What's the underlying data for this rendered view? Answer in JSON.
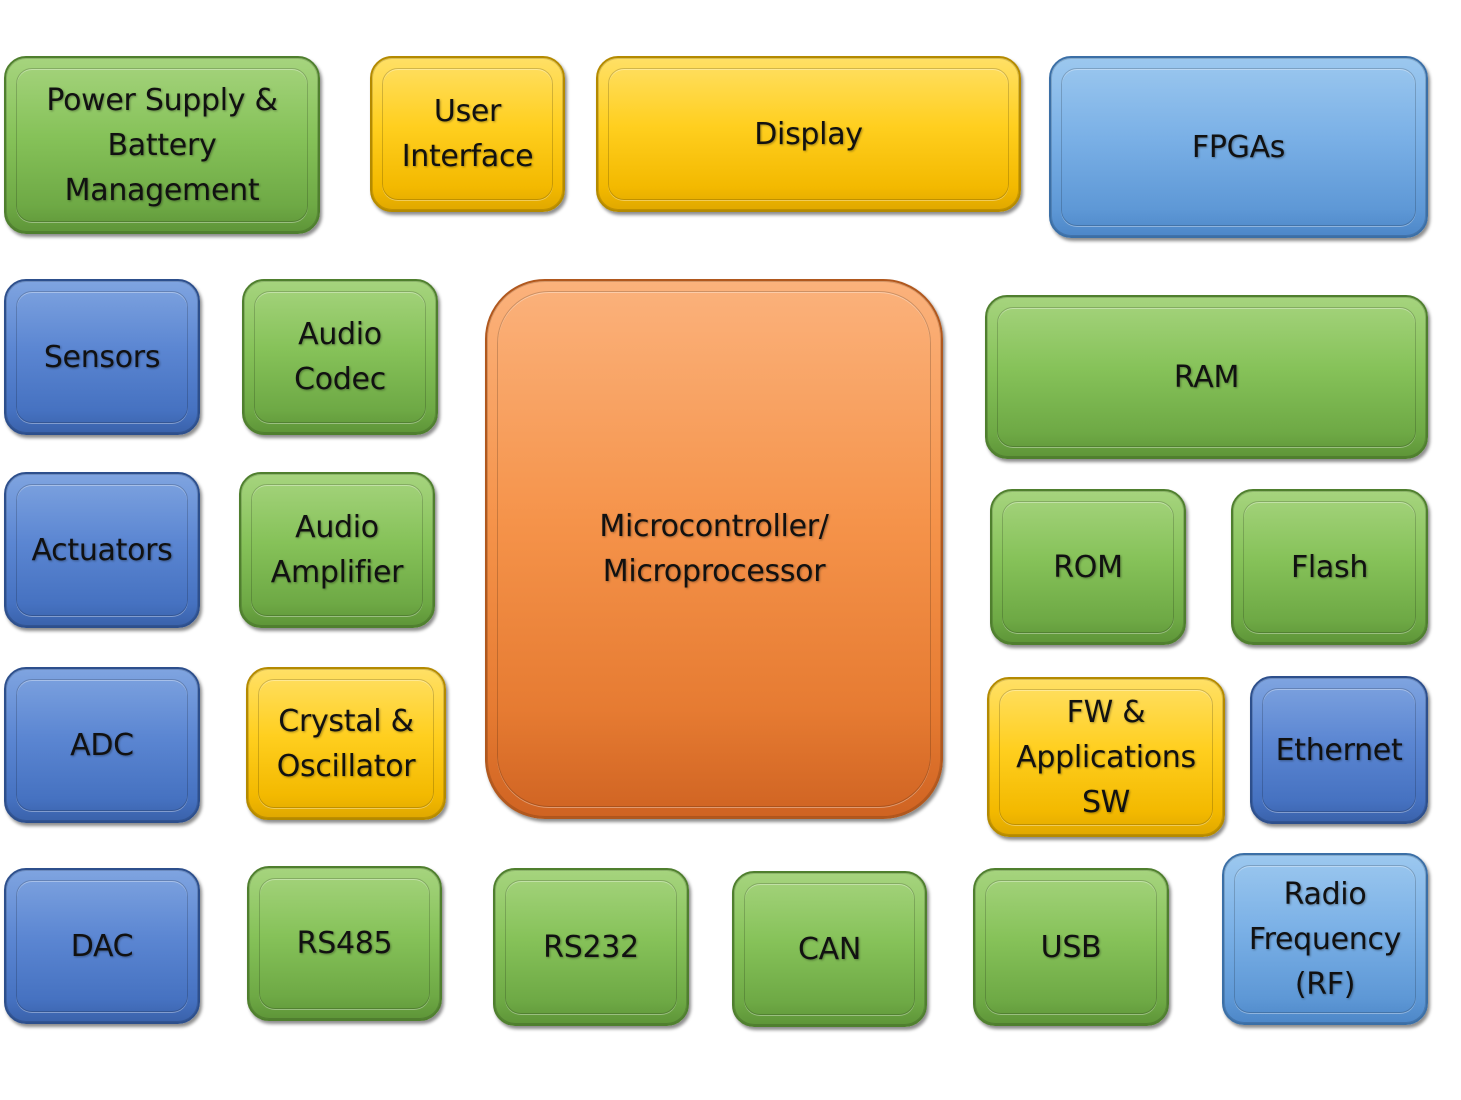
{
  "diagram": {
    "title": "Embedded System Block Diagram",
    "colors": {
      "green": "#86c259",
      "yellow": "#ffcf1f",
      "blue": "#5b86d2",
      "sky": "#7ab0e6",
      "orange": "#f5934a"
    },
    "blocks": {
      "power_supply": "Power Supply &\nBattery\nManagement",
      "user_interface": "User\nInterface",
      "display": "Display",
      "fpgas": "FPGAs",
      "sensors": "Sensors",
      "audio_codec": "Audio\nCodec",
      "mcu": "Microcontroller/\nMicroprocessor",
      "ram": "RAM",
      "actuators": "Actuators",
      "audio_amplifier": "Audio\nAmplifier",
      "rom": "ROM",
      "flash": "Flash",
      "adc": "ADC",
      "crystal": "Crystal &\nOscillator",
      "fw_sw": "FW &\nApplications\nSW",
      "ethernet": "Ethernet",
      "dac": "DAC",
      "rs485": "RS485",
      "rs232": "RS232",
      "can": "CAN",
      "usb": "USB",
      "rf": "Radio\nFrequency\n(RF)"
    }
  }
}
